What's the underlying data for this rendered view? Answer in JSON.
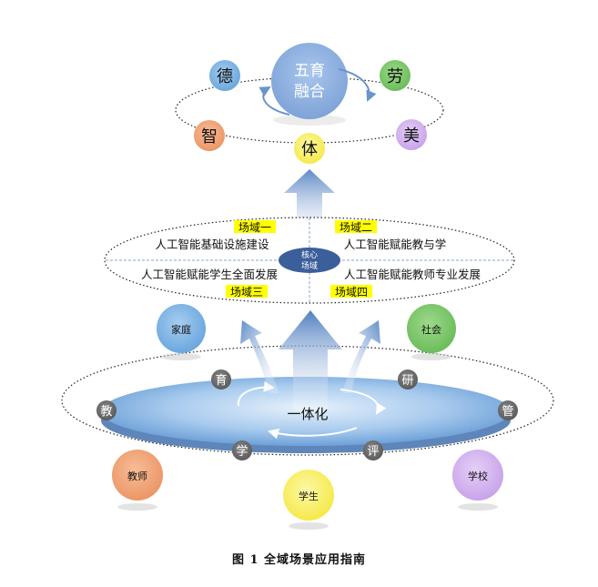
{
  "top": {
    "center_line1": "五育",
    "center_line2": "融合",
    "virtues": {
      "de": "德",
      "lao": "劳",
      "zhi": "智",
      "mei": "美",
      "ti": "体"
    }
  },
  "middle": {
    "core_line1": "核心",
    "core_line2": "场域",
    "field1": {
      "tag": "场域一",
      "text": "人工智能基础设施建设"
    },
    "field2": {
      "tag": "场域二",
      "text": "人工智能赋能教与学"
    },
    "field3": {
      "tag": "场域三",
      "text": "人工智能赋能学生全面发展"
    },
    "field4": {
      "tag": "场域四",
      "text": "人工智能赋能教师专业发展"
    }
  },
  "bottom": {
    "center": "一体化",
    "ring": {
      "yu": "育",
      "yan": "研",
      "jiao": "教",
      "guan": "管",
      "xue": "学",
      "ping": "评"
    },
    "actors": {
      "family": "家庭",
      "society": "社会",
      "teacher": "教师",
      "student": "学生",
      "school": "学校"
    }
  },
  "caption": "图 1  全域场景应用指南",
  "colors": {
    "blue_circle": "#8db6e2",
    "green": "#7ec66a",
    "orange": "#f0a679",
    "purple": "#d5b6f0",
    "yellow": "#fbf36a",
    "highlight": "#ffff00",
    "gray": "#6d6d6d",
    "core": "#3b5f9a"
  }
}
